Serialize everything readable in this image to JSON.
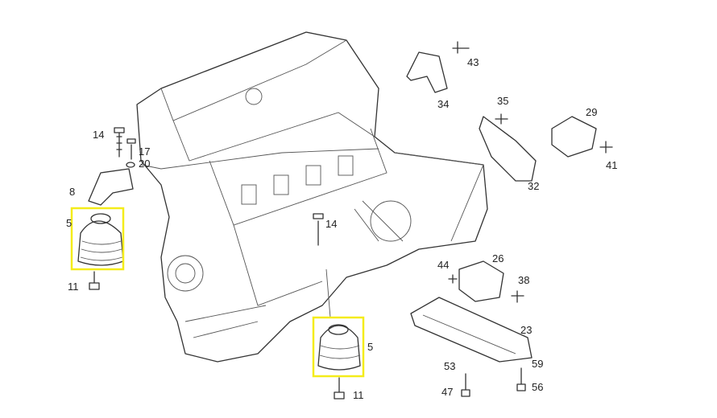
{
  "diagram": {
    "highlight_color": "#f4ec1a",
    "labels": {
      "p14a": "14",
      "p17": "17",
      "p20": "20",
      "p8": "8",
      "p5a": "5",
      "p11a": "11",
      "p14b": "14",
      "p5b": "5",
      "p11b": "11",
      "p43": "43",
      "p34": "34",
      "p35": "35",
      "p29": "29",
      "p41": "41",
      "p32": "32",
      "p44": "44",
      "p26": "26",
      "p38": "38",
      "p23": "23",
      "p53": "53",
      "p59": "59",
      "p47": "47",
      "p56": "56"
    }
  }
}
